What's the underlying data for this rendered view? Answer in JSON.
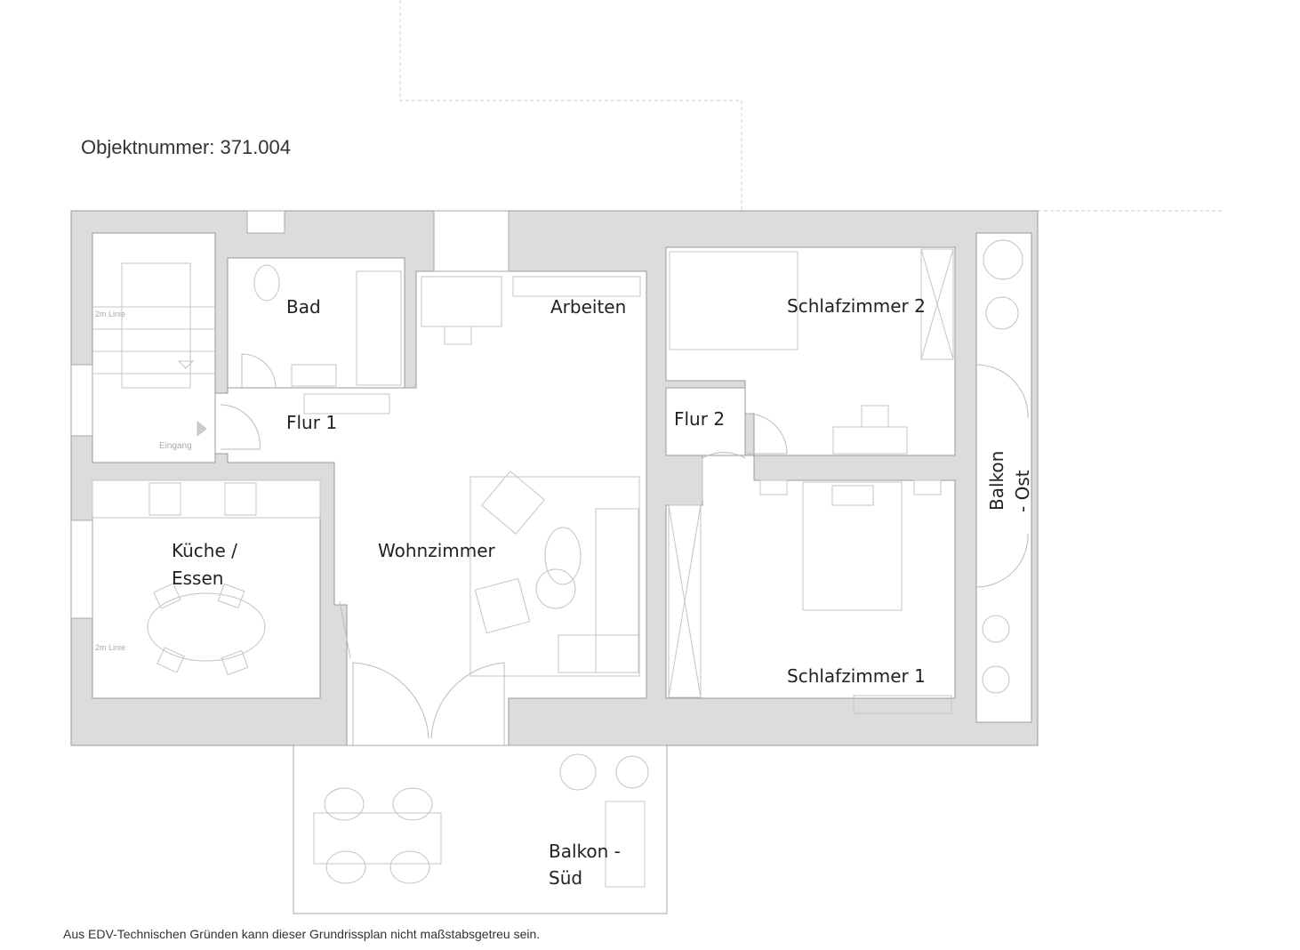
{
  "header": {
    "object_number": "Objektnummer: 371.004"
  },
  "rooms": {
    "bad": "Bad",
    "arbeiten": "Arbeiten",
    "schlafzimmer2": "Schlafzimmer 2",
    "flur1": "Flur 1",
    "flur2": "Flur 2",
    "kueche_line1": "Küche /",
    "kueche_line2": "Essen",
    "wohnzimmer": "Wohnzimmer",
    "schlafzimmer1": "Schlafzimmer 1",
    "balkon_ost_line1": "Balkon",
    "balkon_ost_line2": "- Ost",
    "balkon_sued_line1": "Balkon -",
    "balkon_sued_line2": "Süd"
  },
  "annotations": {
    "stair_line": "2m Linie",
    "kitchen_line": "2m Linie",
    "entrance": "Eingang"
  },
  "footer": {
    "disclaimer": "Aus EDV-Technischen Gründen kann dieser Grundrissplan nicht maßstabsgetreu sein."
  },
  "colors": {
    "wall": "#dcdcdc",
    "outline": "#9a9a9a",
    "furniture": "#c4c4c4"
  }
}
